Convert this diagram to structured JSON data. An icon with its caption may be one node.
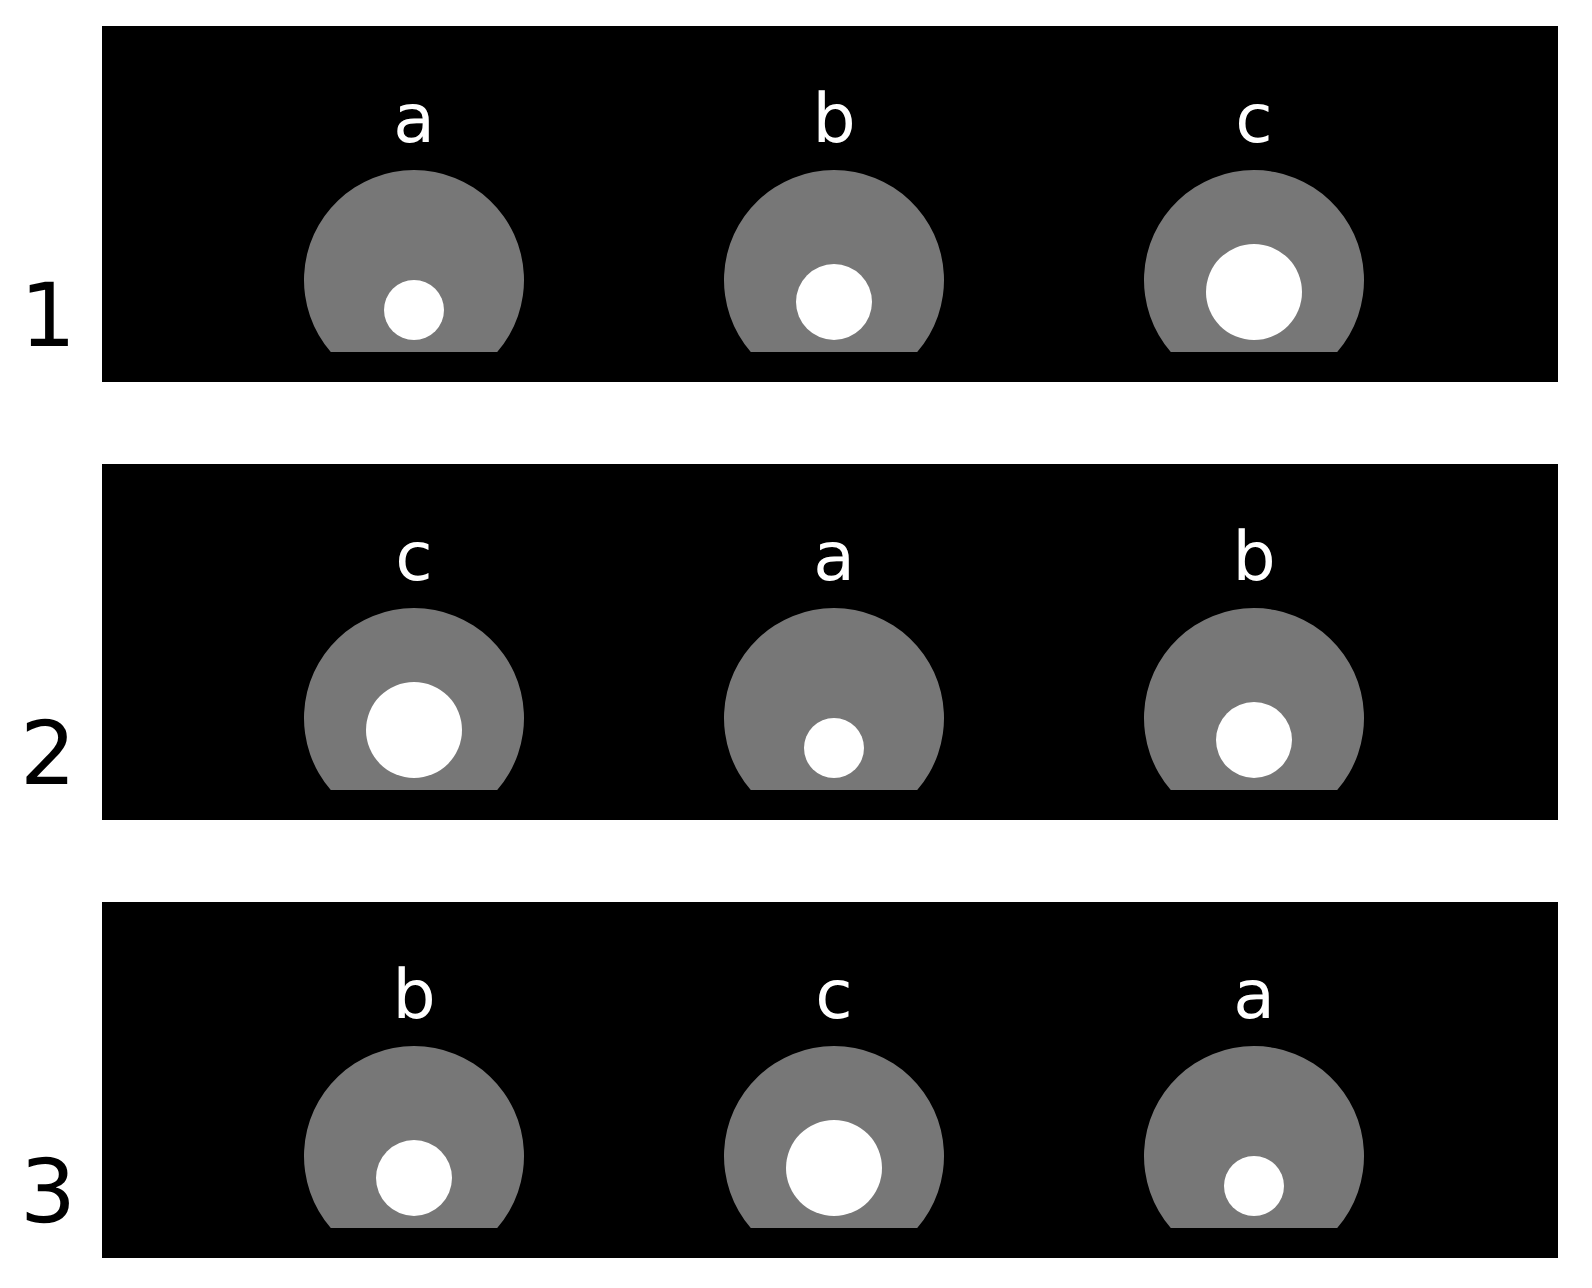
{
  "diagram": {
    "nodes": [
      {
        "text": [
          "1"
        ]
      },
      {
        "text": [
          "a"
        ],
        "in": 0
      },
      {
        "text": [],
        "shape": "circle",
        "in": 1
      },
      {
        "text": [
          "b"
        ],
        "in": 0
      },
      {
        "text": [],
        "shape": "circle",
        "in": 3
      },
      {
        "text": [
          "c"
        ],
        "in": 0
      },
      {
        "text": [],
        "shape": "circle",
        "in": 5
      },
      {
        "text": [
          "2"
        ]
      },
      {
        "text": [
          "c"
        ],
        "in": 7
      },
      {
        "text": [],
        "shape": "circle",
        "in": 8
      },
      {
        "text": [
          "a"
        ],
        "in": 7
      },
      {
        "text": [],
        "shape": "circle",
        "in": 10
      },
      {
        "text": [
          "b"
        ],
        "in": 7
      },
      {
        "text": [],
        "shape": "circle",
        "in": 12
      },
      {
        "text": [
          "3"
        ]
      },
      {
        "text": [
          "b"
        ],
        "in": 14
      },
      {
        "text": [],
        "shape": "circle",
        "in": 15
      },
      {
        "text": [
          "c"
        ],
        "in": 14
      },
      {
        "text": [],
        "shape": "circle",
        "in": 17
      },
      {
        "text": [
          "a"
        ],
        "in": 14
      },
      {
        "text": [],
        "shape": "circle",
        "in": 19
      }
    ]
  }
}
